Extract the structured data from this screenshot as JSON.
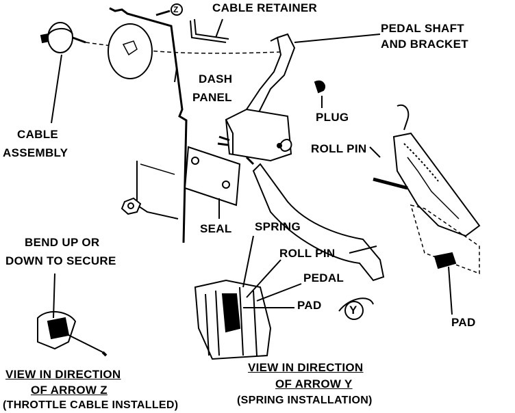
{
  "labels": {
    "cable_retainer": "CABLE RETAINER",
    "pedal_shaft_line1": "PEDAL SHAFT",
    "pedal_shaft_line2": "AND BRACKET",
    "dash_line1": "DASH",
    "dash_line2": "PANEL",
    "plug": "PLUG",
    "cable_line1": "CABLE",
    "cable_line2": "ASSEMBLY",
    "roll_pin_upper": "ROLL PIN",
    "seal": "SEAL",
    "spring": "SPRING",
    "roll_pin_lower": "ROLL PIN",
    "pedal": "PEDAL",
    "pad_mid": "PAD",
    "pad_right": "PAD",
    "bend_line1": "BEND UP  OR",
    "bend_line2": "DOWN  TO SECURE",
    "arrow_z_marker": "Z",
    "arrow_y_marker": "Y"
  },
  "captions": {
    "z_line1": "VIEW IN DIRECTION",
    "z_line2": "OF ARROW Z",
    "z_line3": "(THROTTLE CABLE INSTALLED)",
    "y_line1": "VIEW IN DIRECTION",
    "y_line2": "OF ARROW Y",
    "y_line3": "(SPRING INSTALLATION)"
  }
}
